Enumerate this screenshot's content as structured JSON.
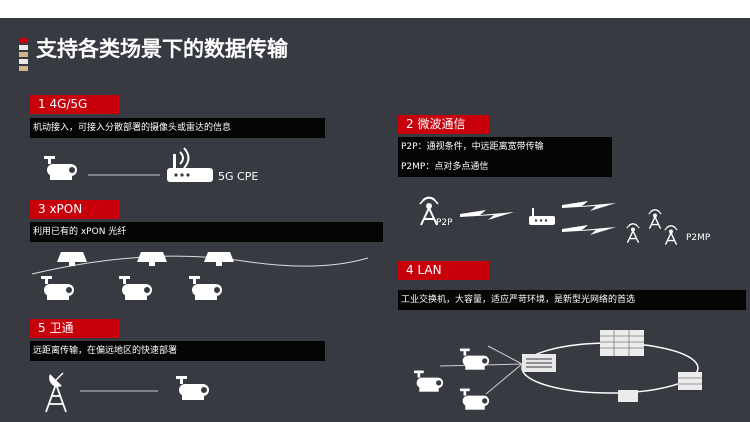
{
  "title": "支持各类场景下的数据传输",
  "deco_colors": [
    "#c8000b",
    "#e8e8e8",
    "#d1b38c",
    "#e8e8e8",
    "#d1b38c"
  ],
  "sections": {
    "s1": {
      "tag": "1   4G/5G",
      "desc": "机动接入，可接入分散部署的摄像头或雷达的信息",
      "cpe_label": "5G CPE"
    },
    "s2": {
      "tag": "2   微波通信",
      "desc_p2p": "P2P：通视条件，中远距离宽带传输",
      "desc_p2mp": "P2MP：点对多点通信",
      "p2p_label": "P2P",
      "p2mp_label": "P2MP"
    },
    "s3": {
      "tag": "3   xPON",
      "desc": "利用已有的 xPON 光纤"
    },
    "s4": {
      "tag": "4   LAN",
      "desc": "工业交换机，大容量，适应严苛环境，是新型光网络的首选"
    },
    "s5": {
      "tag": "5   卫通",
      "desc": "远距离传输，在偏远地区的快速部署"
    }
  },
  "colors": {
    "slide_bg": "#383a42",
    "accent_red": "#c8000b",
    "bar_black": "#050505",
    "icon_white": "#ffffff"
  }
}
